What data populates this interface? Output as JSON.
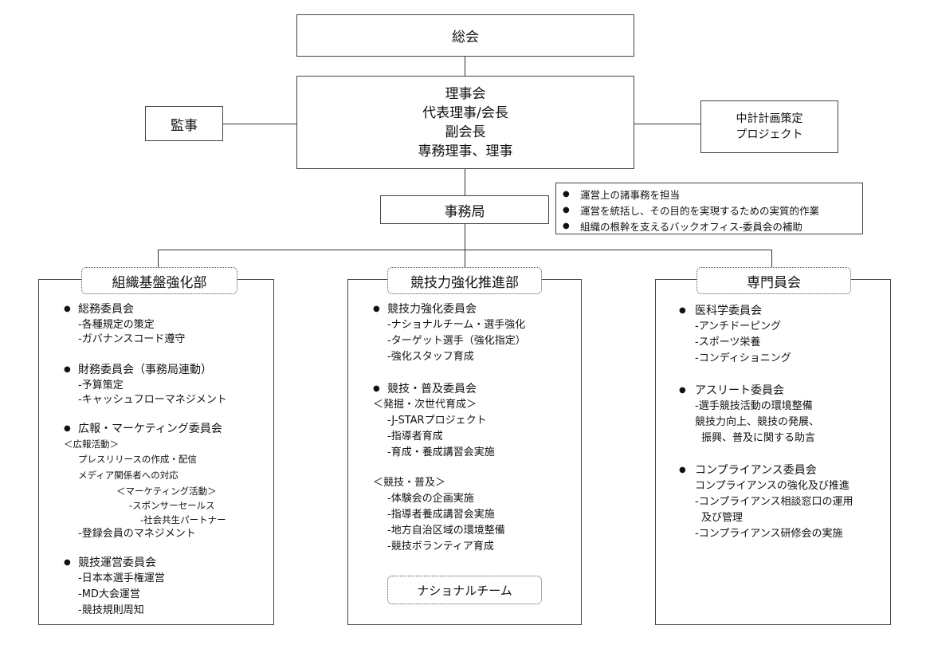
{
  "sokai": "総会",
  "riji": {
    "lines": [
      "理事会",
      "代表理事/会長",
      "副会長",
      "専務理事、理事"
    ]
  },
  "kanji": "監事",
  "project": {
    "lines": [
      "中計計画策定",
      "プロジェクト"
    ]
  },
  "jimukyoku": "事務局",
  "jimu_notes": [
    "運営上の諸事務を担当",
    "運営を統括し、その目的を実現するための実質的作業",
    "組織の根幹を支えるバックオフィス-委員会の補助"
  ],
  "bullet_symbol": "●",
  "departments": [
    {
      "name": "組織基盤強化部",
      "committees": [
        {
          "title": "総務委員会",
          "lines": [
            "-各種規定の策定",
            "-ガバナンスコード遵守"
          ]
        },
        {
          "title": "財務委員会（事務局連動）",
          "lines": [
            "-予算策定",
            "-キャッシュフローマネジメント"
          ]
        },
        {
          "title": "広報・マーケティング委員会",
          "sub1": "＜広報活動＞",
          "sub1_lines": [
            "プレスリリースの作成・配信",
            "メディア関係者への対応"
          ],
          "sub2": "＜マーケティング活動＞",
          "sub2_lines": [
            "-スポンサーセールス",
            "-社会共生パートナー"
          ],
          "tail": "-登録会員のマネジメント"
        },
        {
          "title": "競技運営委員会",
          "lines": [
            "-日本本選手権運営",
            "-MD大会運営",
            "-競技規則周知"
          ]
        }
      ]
    },
    {
      "name": "競技力強化推進部",
      "committees": [
        {
          "title": "競技力強化委員会",
          "lines": [
            "-ナショナルチーム・選手強化",
            "-ターゲット選手（強化指定）",
            "-強化スタッフ育成"
          ]
        },
        {
          "title": "競技・普及委員会",
          "sub1": "＜発掘・次世代育成＞",
          "sub1_lines": [
            "-J-STARプロジェクト",
            "-指導者育成",
            "-育成・養成講習会実施"
          ],
          "sub2": "＜競技・普及＞",
          "sub2_lines": [
            "-体験会の企画実施",
            "-指導者養成講習会実施",
            "-地方自治区域の環境整備",
            "-競技ボランティア育成"
          ]
        }
      ],
      "national_team": "ナショナルチーム"
    },
    {
      "name": "専門員会",
      "committees": [
        {
          "title": "医科学委員会",
          "lines": [
            "-アンチドーピング",
            "-スポーツ栄養",
            "-コンディショニング"
          ]
        },
        {
          "title": "アスリート委員会",
          "lines": [
            "-選手競技活動の環境整備",
            "競技力向上、競技の発展、",
            "振興、普及に関する助言"
          ]
        },
        {
          "title": "コンプライアンス委員会",
          "lines": [
            "コンプライアンスの強化及び推進",
            "-コンプライアンス相談窓口の運用",
            "及び管理",
            "-コンプライアンス研修会の実施"
          ]
        }
      ]
    }
  ]
}
